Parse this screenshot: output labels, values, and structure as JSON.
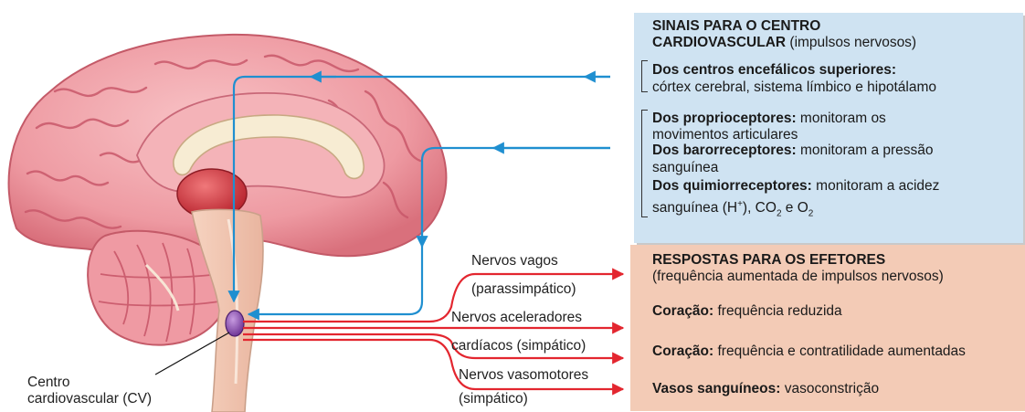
{
  "inputs_panel": {
    "title_line1": "SINAIS PARA O CENTRO",
    "title_line2_bold": "CARDIOVASCULAR",
    "title_line2_rest": " (impulsos nervosos)",
    "higher_centers_label": "Dos centros encefálicos superiores:",
    "higher_centers_desc": "córtex cerebral, sistema límbico e hipotálamo",
    "proprioceptors_label": "Dos proprioceptores:",
    "proprioceptors_desc_a": " monitoram os",
    "proprioceptors_desc_b": "movimentos articulares",
    "baroreceptors_label": "Dos barorreceptores:",
    "baroreceptors_desc_a": " monitoram a pressão",
    "baroreceptors_desc_b": "sanguínea",
    "chemoreceptors_label": "Dos quimiorreceptores:",
    "chemoreceptors_desc_a": " monitoram a acidez",
    "chemo_line2_a": "sanguínea (H",
    "chemo_sup_plus": "+",
    "chemo_line2_b": "), CO",
    "chemo_sub_2a": "2",
    "chemo_line2_c": " e O",
    "chemo_sub_2b": "2"
  },
  "outputs_panel": {
    "title": "RESPOSTAS PARA OS EFETORES",
    "subtitle": "(frequência aumentada de impulsos nervosos)",
    "heart_reduced_label": "Coração:",
    "heart_reduced_desc": " frequência reduzida",
    "heart_increased_label": "Coração:",
    "heart_increased_desc": " frequência e contratilidade aumentadas",
    "vessels_label": "Vasos sanguíneos:",
    "vessels_desc": " vasoconstrição"
  },
  "nerves": {
    "vagus_line1": "Nervos vagos",
    "vagus_line2": "(parassimpático)",
    "accelerator_line1": "Nervos aceleradores",
    "accelerator_line2": "cardíacos (simpático)",
    "vasomotor_line1": "Nervos vasomotores",
    "vasomotor_line2": "(simpático)"
  },
  "center_label": {
    "line1": "Centro",
    "line2": "cardiovascular (CV)"
  },
  "colors": {
    "input_arrow": "#1f8fd0",
    "output_arrow": "#e3262f",
    "input_panel_bg": "#cfe3f2",
    "output_panel_bg": "#f3cbb6",
    "brain_pink": "#ef9aa3",
    "cv_center": "#8a4fb0"
  }
}
